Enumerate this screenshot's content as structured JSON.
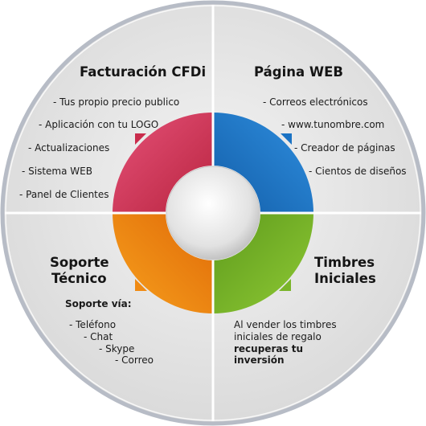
{
  "colors": {
    "red": "#d63a5b",
    "blue": "#1b73c4",
    "orange": "#f08a12",
    "green": "#7ab52a",
    "disc": "#e6e6e6",
    "rim": "#b7bcc6"
  },
  "quadrants": {
    "facturacion": {
      "title": "Facturación CFDi",
      "items": [
        "- Tus  propio precio publico",
        "- Aplicación con tu LOGO",
        "- Actualizaciones",
        "- Sistema WEB",
        "- Panel de Clientes"
      ]
    },
    "pagina": {
      "title": "Página WEB",
      "items": [
        "- Correos electrónicos",
        "-  www.tunombre.com",
        "- Creador de páginas",
        "- Cientos de diseños"
      ]
    },
    "soporte": {
      "title_line1": "Soporte",
      "title_line2": "Técnico",
      "subtitle": "Soporte vía:",
      "items": [
        "- Teléfono",
        "- Chat",
        "- Skype",
        "- Correo"
      ]
    },
    "timbres": {
      "title_line1": "Timbres",
      "title_line2": "Iniciales",
      "line1": "Al vender los timbres",
      "line2": "iniciales de regalo",
      "bold1": "recuperas tu",
      "bold2": "inversión"
    }
  }
}
